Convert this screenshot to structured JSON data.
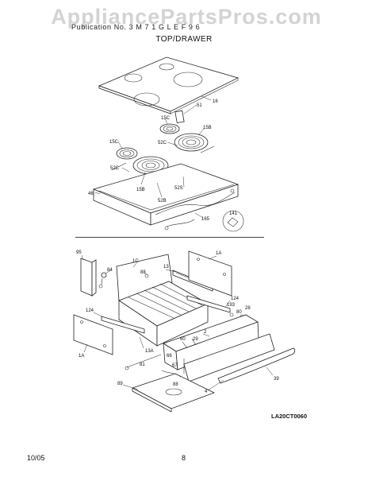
{
  "watermark": "AppliancePartsPros.com",
  "header_text": "Publication No. 3 M 7 1   G L E F 9 6",
  "section_title": "TOP/DRAWER",
  "diagram_code": "LA20CT0060",
  "footer": {
    "date": "10/05",
    "page": "8"
  },
  "callouts": {
    "c16": "16",
    "c51": "51",
    "c15C_top": "15C",
    "c15B_top": "15B",
    "c52C_top": "52C",
    "c15C_left": "15C",
    "c52C_left": "52C",
    "c15B_bot": "15B",
    "c52B": "52B",
    "c52S": "52S",
    "c46": "46",
    "c165": "165",
    "c141": "141",
    "c95": "95",
    "c84": "84",
    "c1C": "1C",
    "c88": "88",
    "c13": "13",
    "c1A_right": "1A",
    "c124_right": "124",
    "c193": "193",
    "c80": "80",
    "c28": "28",
    "c124_left": "124",
    "c1A_left": "1A",
    "c13A": "13A",
    "c2": "2",
    "c60": "60",
    "c29": "29",
    "c81": "81",
    "c66": "66",
    "c67": "67",
    "c89": "89",
    "c4": "4",
    "c39": "39"
  },
  "colors": {
    "line": "#222222",
    "watermark": "#afafaf",
    "background": "#ffffff"
  }
}
